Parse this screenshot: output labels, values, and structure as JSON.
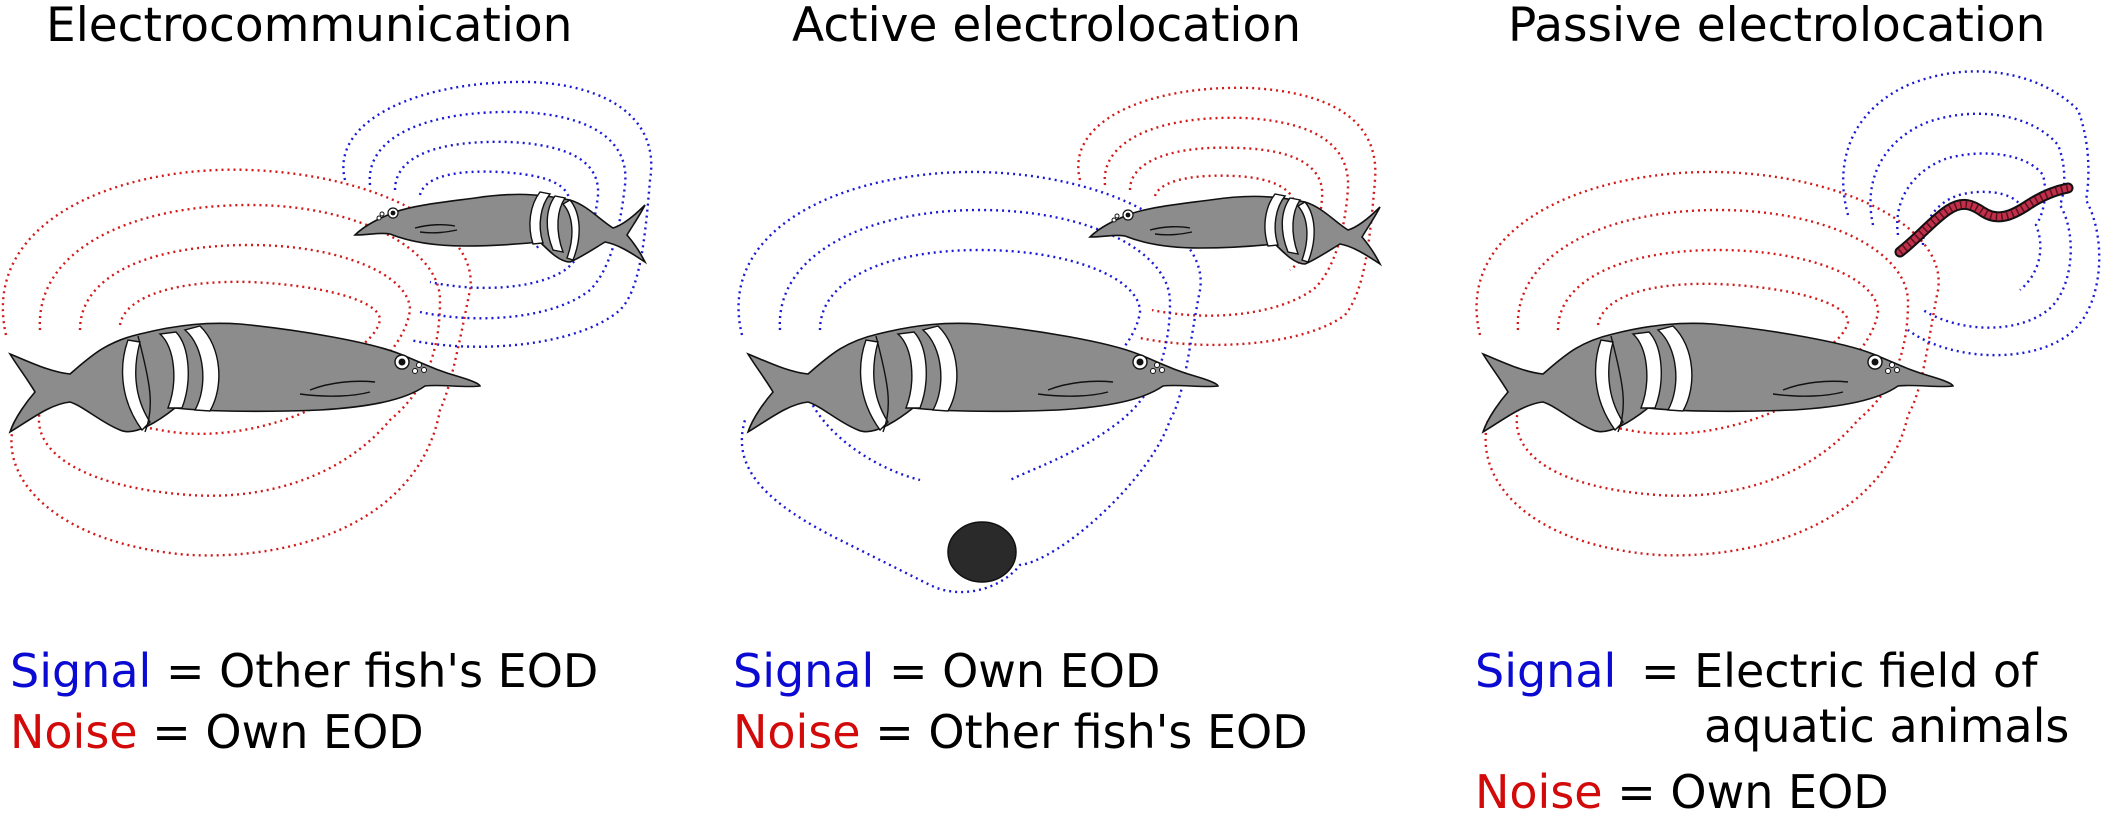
{
  "panels": [
    {
      "title": "Electrocommunication",
      "signal_word": "Signal",
      "signal_text": "= Other fish's EOD",
      "noise_word": "Noise",
      "noise_text": "= Own EOD"
    },
    {
      "title": "Active electrolocation",
      "signal_word": "Signal",
      "signal_text": "= Own EOD",
      "noise_word": "Noise",
      "noise_text": "= Other fish's EOD"
    },
    {
      "title": "Passive electrolocation",
      "signal_word": "Signal",
      "signal_text_line1": "= Electric field of",
      "signal_text_line2": "aquatic animals",
      "noise_word": "Noise",
      "noise_text": "= Own EOD"
    }
  ],
  "colors": {
    "signal": "#0a0ad2",
    "noise": "#d20a0a",
    "fish_body": "#8c8c8c",
    "object": "#2a2a2a",
    "worm": "#c0304a"
  },
  "icons": [
    "elephantfish-icon",
    "electric-field-lines",
    "object-icon",
    "worm-icon"
  ]
}
